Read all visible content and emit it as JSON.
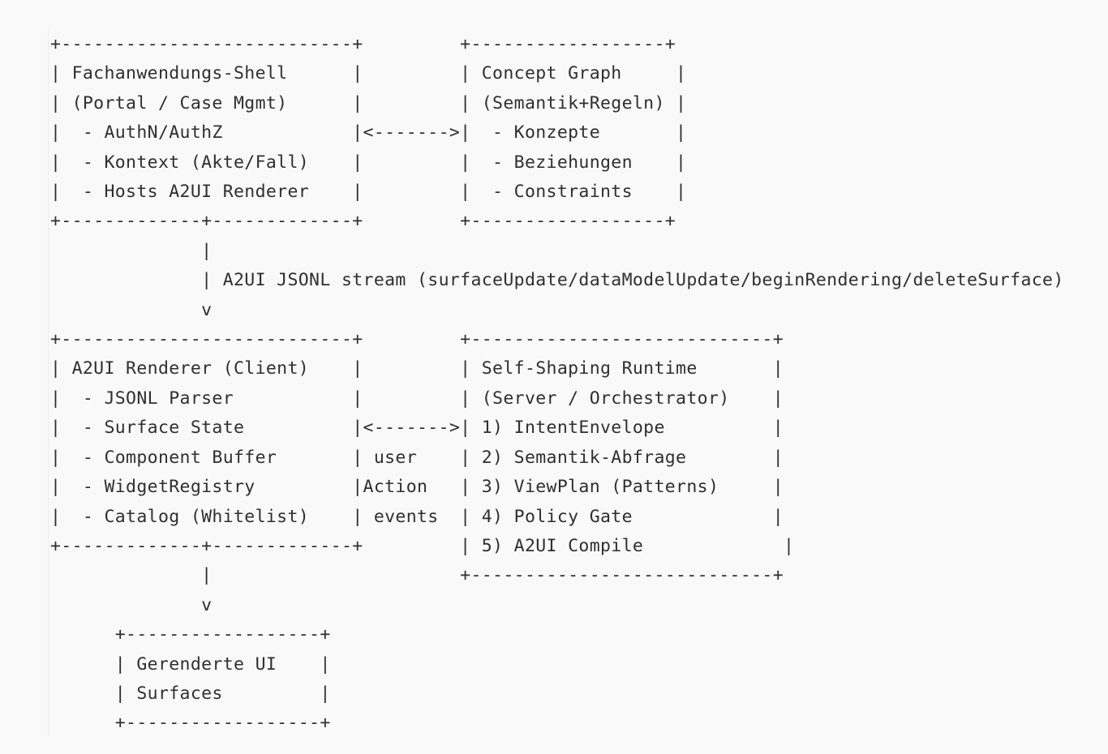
{
  "diagram": {
    "lines": [
      "+---------------------------+         +------------------+",
      "| Fachanwendungs-Shell      |         | Concept Graph     |",
      "| (Portal / Case Mgmt)      |         | (Semantik+Regeln) |",
      "|  - AuthN/AuthZ            |<------->|  - Konzepte       |",
      "|  - Kontext (Akte/Fall)    |         |  - Beziehungen    |",
      "|  - Hosts A2UI Renderer    |         |  - Constraints    |",
      "+-------------+-------------+         +------------------+",
      "              |",
      "              | A2UI JSONL stream (surfaceUpdate/dataModelUpdate/beginRendering/deleteSurface)",
      "              v",
      "+---------------------------+         +----------------------------+",
      "| A2UI Renderer (Client)    |         | Self-Shaping Runtime       |",
      "|  - JSONL Parser           |         | (Server / Orchestrator)    |",
      "|  - Surface State          |<------->| 1) IntentEnvelope          |",
      "|  - Component Buffer       | user    | 2) Semantik-Abfrage        |",
      "|  - WidgetRegistry         |Action   | 3) ViewPlan (Patterns)     |",
      "|  - Catalog (Whitelist)    | events  | 4) Policy Gate             |",
      "+-------------+-------------+         | 5) A2UI Compile             |",
      "              |                       +----------------------------+",
      "              v",
      "      +------------------+",
      "      | Gerenderte UI    |",
      "      | Surfaces         |",
      "      +------------------+"
    ]
  }
}
